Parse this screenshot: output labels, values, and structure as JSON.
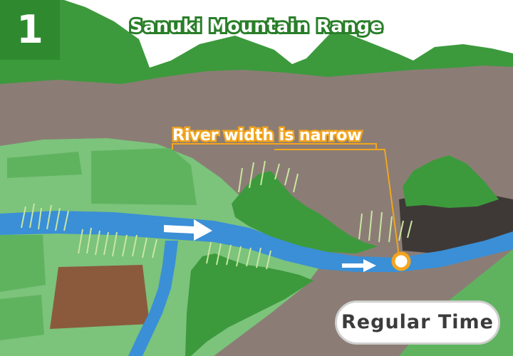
{
  "step": {
    "number": "1"
  },
  "title": "Sanuki Mountain Range",
  "callout": {
    "label": "River width is narrow"
  },
  "badge": {
    "label": "Regular Time"
  },
  "colors": {
    "sky": "#ffffff",
    "mountain_green": "#3c9a3c",
    "mountain_dark": "#2a7f2a",
    "rock": "#8b7d75",
    "field_light": "#8cc98c",
    "field_mid": "#5fb35f",
    "soil": "#8b5a3c",
    "river": "#3a8fd6",
    "accent_orange": "#f2a51f",
    "cliff_dark": "#3e3936"
  }
}
